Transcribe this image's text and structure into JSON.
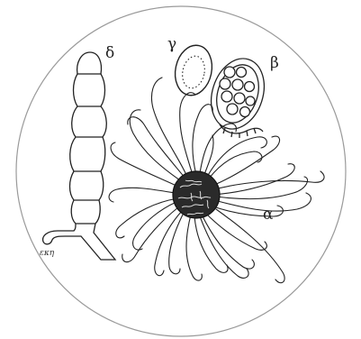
{
  "figure": {
    "labels": {
      "delta": "δ",
      "gamma": "γ",
      "beta": "β",
      "alpha": "α"
    },
    "signature": "εκη"
  },
  "colors": {
    "ink": "#222222",
    "paper": "#ffffff",
    "circle": "#9a9a9a"
  }
}
